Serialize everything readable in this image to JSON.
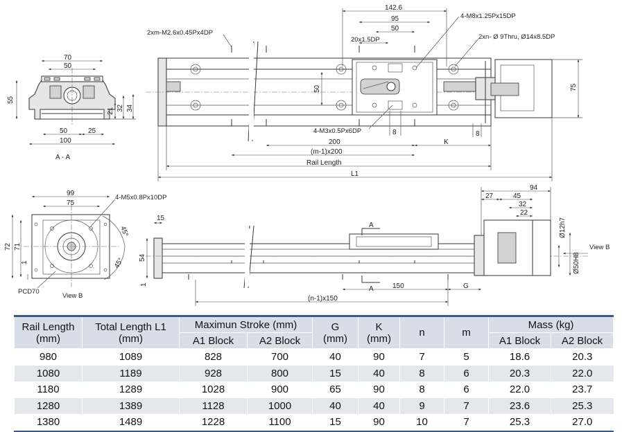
{
  "drawing": {
    "top_left": {
      "dim_width_outer": "70",
      "dim_width_inner": "50",
      "dim_height_total": "55",
      "dim_h_21": "21",
      "dim_h_32": "32",
      "dim_h_34": "34",
      "dim_bottom_50": "50",
      "dim_bottom_25": "25",
      "dim_bottom_100": "100",
      "section_label": "A - A"
    },
    "top_main": {
      "dim_142_6": "142.6",
      "dim_95": "95",
      "dim_50": "50",
      "dim_20x1_5dp": "20x1.5DP",
      "callout_m8": "4-M8x1.25Px15DP",
      "callout_m2_6": "2xm-M2.6x0.45Px4DP",
      "callout_thru": "2xn- Ø 9Thru, Ø14x8.5DP",
      "callout_m3": "4-M3x0.5Px6DP",
      "dim_50_vert": "50",
      "dim_75_vert": "75",
      "dim_8a": "8",
      "dim_8b": "8",
      "dim_200": "200",
      "dim_k": "K",
      "dim_m1x200": "(m-1)x200",
      "dim_rail_length": "Rail Length",
      "dim_l1": "L1"
    },
    "bottom_left": {
      "dim_99": "99",
      "dim_75": "75",
      "callout_m5": "4-M5x0.8Px10DP",
      "dim_72": "72",
      "dim_71": "71",
      "dim_1": "1",
      "angle_45a": "45°",
      "angle_45b": "45°",
      "pcd": "PCD70",
      "view_label": "View B"
    },
    "bottom_main": {
      "dim_15": "15",
      "dim_54": "54",
      "dim_1": "1",
      "section_a_top": "A",
      "section_a_bottom": "A",
      "dim_150": "150",
      "dim_g": "G",
      "dim_n1x150": "(n-1)x150",
      "dim_94": "94",
      "dim_27": "27",
      "dim_45": "45",
      "dim_32": "32",
      "dim_22": "22",
      "dim_12h7": "Ø12h7",
      "dim_50h8": "Ø50H8",
      "view_b": "View B"
    }
  },
  "table": {
    "headers": {
      "rail_length": [
        "Rail Length",
        "(mm)"
      ],
      "total_length": [
        "Total Length L1",
        "(mm)"
      ],
      "max_stroke": "Maximun Stroke (mm)",
      "a1_block": "A1 Block",
      "a2_block": "A2 Block",
      "g": [
        "G",
        "(mm)"
      ],
      "k": [
        "K",
        "(mm)"
      ],
      "n": "n",
      "m": "m",
      "mass": "Mass (kg)",
      "mass_a1": "A1 Block",
      "mass_a2": "A2 Block"
    },
    "rows": [
      [
        "980",
        "1089",
        "828",
        "700",
        "40",
        "90",
        "7",
        "5",
        "18.6",
        "20.3"
      ],
      [
        "1080",
        "1189",
        "928",
        "800",
        "15",
        "40",
        "8",
        "6",
        "20.3",
        "22.0"
      ],
      [
        "1180",
        "1289",
        "1028",
        "900",
        "65",
        "90",
        "8",
        "6",
        "22.0",
        "23.7"
      ],
      [
        "1280",
        "1389",
        "1128",
        "1000",
        "40",
        "40",
        "9",
        "7",
        "23.6",
        "25.3"
      ],
      [
        "1380",
        "1489",
        "1228",
        "1100",
        "15",
        "90",
        "10",
        "7",
        "25.3",
        "27.0"
      ]
    ]
  }
}
